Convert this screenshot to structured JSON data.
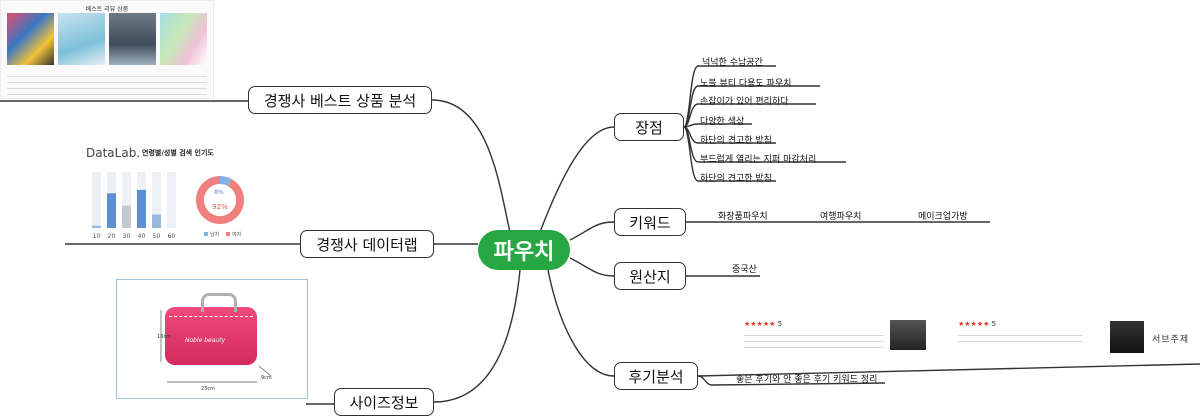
{
  "center": {
    "label": "파우치",
    "color": "#27a744"
  },
  "left_nodes": [
    {
      "label": "경쟁사 베스트 상품 분석"
    },
    {
      "label": "경쟁사 데이터랩"
    },
    {
      "label": "사이즈정보"
    }
  ],
  "right_nodes": [
    {
      "label": "장점",
      "children": [
        "넉넉한 수납공간",
        "노블 뷰티 다용도 파우치",
        "손잡이가 있어 편리하다",
        "다양한 색상",
        "하단의 견고한 받침",
        "부드럽게 열리는 지퍼 마감처리",
        "하단의 견고한 받침"
      ]
    },
    {
      "label": "키워드",
      "children": [
        "화장품파우치",
        "여행파우치",
        "메이크업가방"
      ]
    },
    {
      "label": "원산지",
      "children": [
        "중국산"
      ]
    },
    {
      "label": "후기분석",
      "children": [
        "좋은 후기와 안 좋은 후기 키워드 정리"
      ]
    }
  ],
  "best_panel": {
    "title": "베스트 리뷰 상품"
  },
  "datalab": {
    "logo": "DataLab.",
    "title": "연령별/성별 검색 인기도",
    "chart_data": [
      {
        "type": "bar",
        "categories": [
          "10",
          "20",
          "30",
          "40",
          "50",
          "60"
        ],
        "series": [
          {
            "values": [
              2,
              31,
              20,
              34,
              12,
              0
            ]
          }
        ],
        "ylim": [
          0,
          50
        ]
      },
      {
        "type": "pie",
        "labels": [
          "남자",
          "여자"
        ],
        "values": [
          8,
          92
        ],
        "value_labels": [
          "8%",
          "92%"
        ],
        "colors": [
          "#7fb2e5",
          "#f08080"
        ]
      }
    ]
  },
  "size": {
    "height_label": "16cm",
    "width_label": "23cm",
    "depth_label": "9cm",
    "bag_brand": "Noble beauty",
    "bag_color": "#e8336a"
  },
  "reviews": {
    "review1": {
      "rating": "5"
    },
    "review2": {
      "rating": "5"
    },
    "side_label": "서브주제"
  }
}
